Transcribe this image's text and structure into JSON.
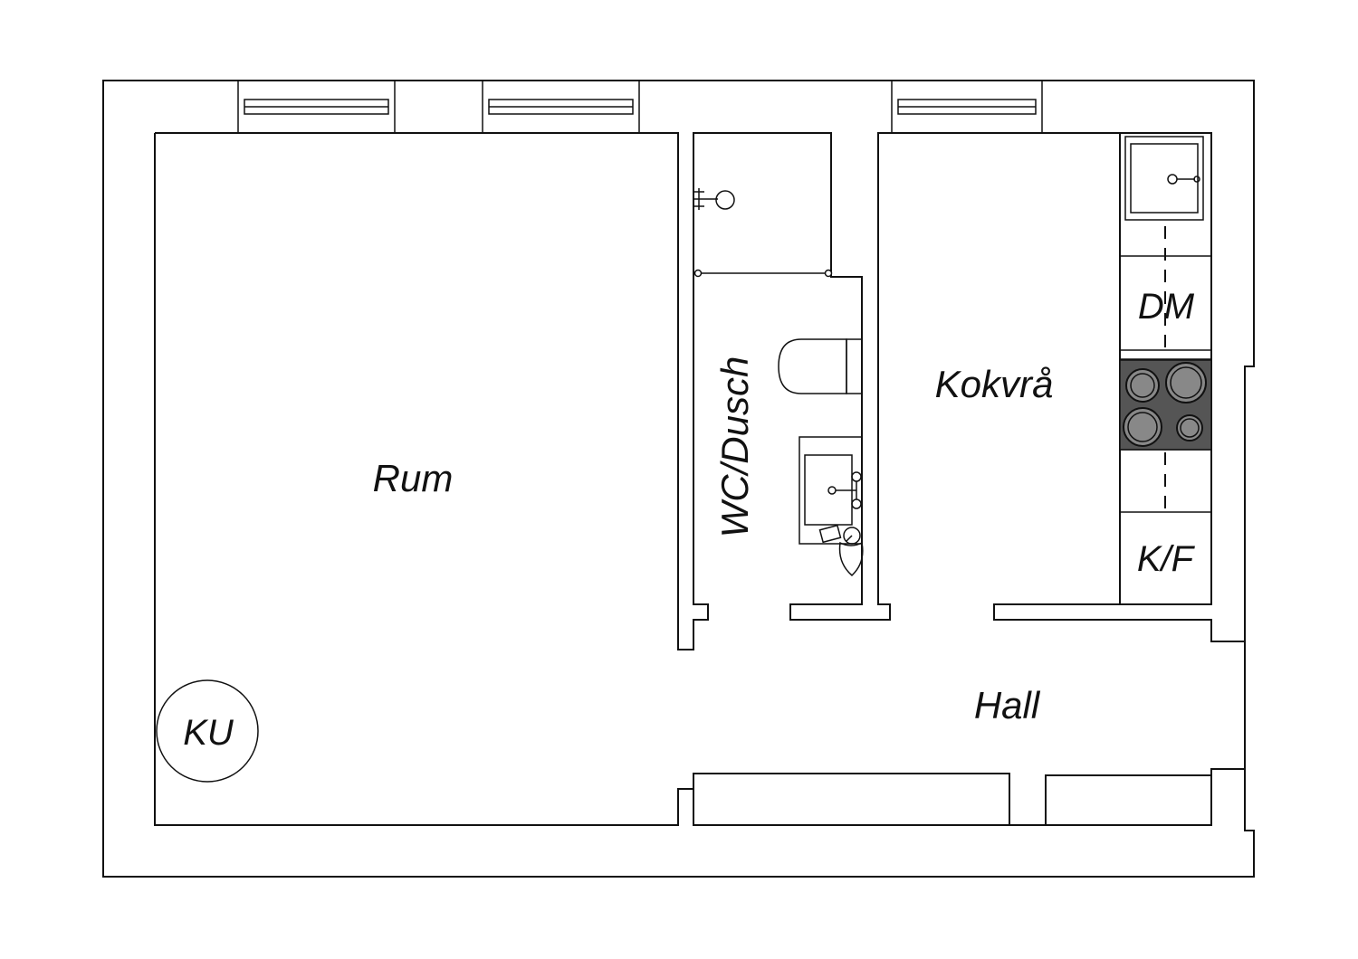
{
  "rooms": {
    "rum": "Rum",
    "wc": "WC/Dusch",
    "kok": "Kokvrå",
    "hall": "Hall"
  },
  "fixtures": {
    "dm": "DM",
    "kf": "K/F",
    "ku": "KU"
  },
  "colors": {
    "wall": "#111111",
    "stove": "#555555",
    "burner": "#888888"
  }
}
